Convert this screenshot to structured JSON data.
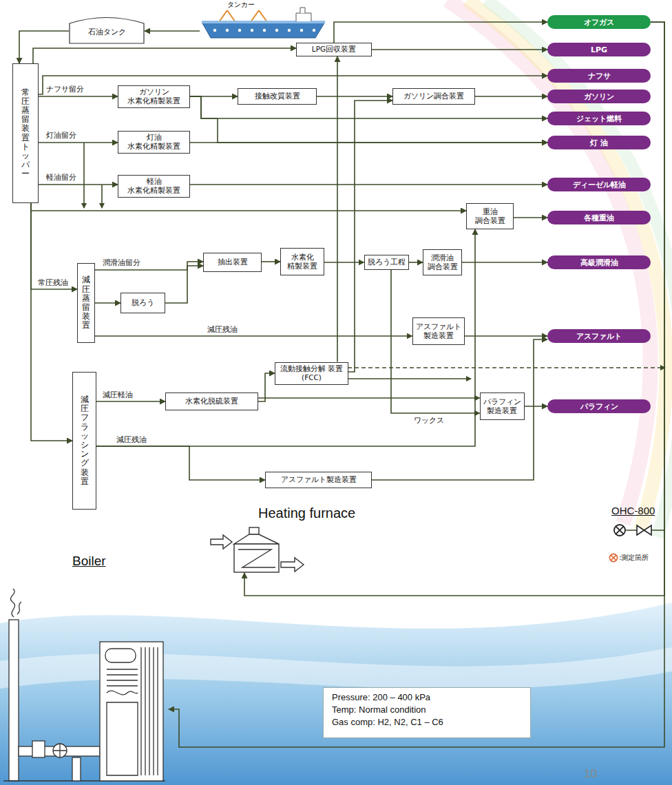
{
  "diagram": {
    "nodes": [
      {
        "text": [
          "タンカー"
        ]
      },
      {
        "text": [
          "石油タンク"
        ]
      },
      {
        "text": [
          "常圧蒸留装置 トッパー"
        ]
      },
      {
        "text": [
          "LPG回収装置"
        ]
      },
      {
        "text": [
          "ガソリン 水素化精製装置"
        ]
      },
      {
        "text": [
          "接触改質装置"
        ]
      },
      {
        "text": [
          "ガソリン調合装置"
        ]
      },
      {
        "text": [
          "灯油 水素化精製装置"
        ]
      },
      {
        "text": [
          "軽油 水素化精製装置"
        ]
      },
      {
        "text": [
          "重油 調合装置"
        ]
      },
      {
        "text": [
          "減圧蒸留装置"
        ]
      },
      {
        "text": [
          "脱ろう"
        ]
      },
      {
        "text": [
          "抽出装置"
        ]
      },
      {
        "text": [
          "水素化 精製装置"
        ]
      },
      {
        "text": [
          "脱ろう工程"
        ]
      },
      {
        "text": [
          "潤滑油 調合装置"
        ]
      },
      {
        "text": [
          "アスファルト 製造装置"
        ]
      },
      {
        "text": [
          "流動接触分解 装置(FCC)"
        ]
      },
      {
        "text": [
          "減圧フラッシング装置"
        ]
      },
      {
        "text": [
          "水素化脱硫装置"
        ]
      },
      {
        "text": [
          "パラフィン 製造装置"
        ]
      },
      {
        "text": [
          "アスファルト製造装置"
        ]
      },
      {
        "text": [
          "オフガス"
        ]
      },
      {
        "text": [
          "LPG"
        ]
      },
      {
        "text": [
          "ナフサ"
        ]
      },
      {
        "text": [
          "ガソリン"
        ]
      },
      {
        "text": [
          "ジェット燃料"
        ]
      },
      {
        "text": [
          "灯 油"
        ]
      },
      {
        "text": [
          "ディーゼル軽油"
        ]
      },
      {
        "text": [
          "各種重油"
        ]
      },
      {
        "text": [
          "高級潤滑油"
        ]
      },
      {
        "text": [
          "アスファルト"
        ]
      },
      {
        "text": [
          "パラフィン"
        ]
      },
      {
        "text": [
          "Heating furnace"
        ]
      },
      {
        "text": [
          "Boiler"
        ]
      },
      {
        "text": [
          "Pressure: 200 – 400 kPa",
          "Temp: Normal condition",
          "Gas comp: H2, N2, C1 – C6"
        ]
      }
    ],
    "edges": [
      {
        "from": 0,
        "to": 1,
        "arrow": "to"
      },
      {
        "from": 1,
        "to": 2,
        "arrow": "to"
      },
      {
        "from": 2,
        "to": 3,
        "arrow": "to"
      },
      {
        "from": 3,
        "to": 23,
        "arrow": "to"
      },
      {
        "from": 3,
        "to": 22,
        "arrow": "to"
      },
      {
        "from": 2,
        "to": 24,
        "arrow": "to"
      },
      {
        "from": 2,
        "to": 4,
        "label": "ナフサ留分",
        "arrow": "to"
      },
      {
        "from": 4,
        "to": 5,
        "arrow": "to"
      },
      {
        "from": 5,
        "to": 6,
        "arrow": "to"
      },
      {
        "from": 6,
        "to": 25,
        "arrow": "to"
      },
      {
        "from": 4,
        "to": 26,
        "arrow": "to"
      },
      {
        "from": 7,
        "to": 27,
        "arrow": "to"
      },
      {
        "from": 4,
        "to": 27,
        "arrow": "to"
      },
      {
        "from": 2,
        "to": 7,
        "label": "灯油留分",
        "arrow": "to"
      },
      {
        "from": 2,
        "to": 8,
        "label": "軽油留分",
        "arrow": "to"
      },
      {
        "from": 8,
        "to": 28,
        "arrow": "to"
      },
      {
        "from": 2,
        "to": 9,
        "arrow": "to"
      },
      {
        "from": 9,
        "to": 29,
        "arrow": "to"
      },
      {
        "from": 2,
        "to": 10,
        "label": "常圧残油",
        "arrow": "to"
      },
      {
        "from": 2,
        "to": 18,
        "arrow": "to"
      },
      {
        "from": 10,
        "to": 12,
        "label": "潤滑油留分",
        "arrow": "to"
      },
      {
        "from": 10,
        "to": 11,
        "arrow": "to"
      },
      {
        "from": 11,
        "to": 12,
        "arrow": "to"
      },
      {
        "from": 12,
        "to": 13,
        "arrow": "to"
      },
      {
        "from": 13,
        "to": 14,
        "arrow": "to"
      },
      {
        "from": 14,
        "to": 15,
        "arrow": "to"
      },
      {
        "from": 15,
        "to": 30,
        "arrow": "to"
      },
      {
        "from": 14,
        "to": 20,
        "label": "ワックス",
        "arrow": "to"
      },
      {
        "from": 10,
        "to": 16,
        "label": "減圧残油",
        "arrow": "to"
      },
      {
        "from": 16,
        "to": 31,
        "arrow": "to"
      },
      {
        "from": 18,
        "to": 19,
        "label": "減圧軽油",
        "arrow": "to"
      },
      {
        "from": 19,
        "to": 17,
        "arrow": "to"
      },
      {
        "from": 19,
        "to": 20,
        "arrow": "to"
      },
      {
        "from": 17,
        "to": 3,
        "arrow": "to"
      },
      {
        "from": 17,
        "to": 6,
        "arrow": "to"
      },
      {
        "from": 18,
        "to": 9,
        "label": "減圧残油",
        "arrow": "to"
      },
      {
        "from": 18,
        "to": 21,
        "arrow": "to"
      },
      {
        "from": 21,
        "to": 31,
        "arrow": "to"
      },
      {
        "from": 20,
        "to": 32,
        "arrow": "to"
      },
      {
        "from": 22,
        "to": 33,
        "arrow": "to"
      },
      {
        "from": 22,
        "to": 34,
        "arrow": "to"
      }
    ],
    "labels": [
      "OHC-800",
      "10"
    ],
    "legend": [
      {
        "text": ":測定箇所"
      }
    ]
  }
}
